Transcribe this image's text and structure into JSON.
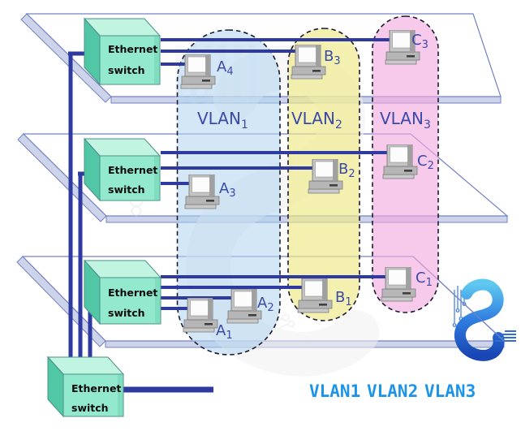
{
  "switch_label": {
    "line1": "Ethernet",
    "line2": "switch"
  },
  "vlan_regions": {
    "vlan1": {
      "name": "VLAN",
      "sub": "1",
      "fill": "#aed3ee"
    },
    "vlan2": {
      "name": "VLAN",
      "sub": "2",
      "fill": "#efe98a"
    },
    "vlan3": {
      "name": "VLAN",
      "sub": "3",
      "fill": "#f2a8df"
    }
  },
  "computers": {
    "a1": {
      "name": "A",
      "sub": "1"
    },
    "a2": {
      "name": "A",
      "sub": "2"
    },
    "a3": {
      "name": "A",
      "sub": "3"
    },
    "a4": {
      "name": "A",
      "sub": "4"
    },
    "b1": {
      "name": "B",
      "sub": "1"
    },
    "b2": {
      "name": "B",
      "sub": "2"
    },
    "b3": {
      "name": "B",
      "sub": "3"
    },
    "c1": {
      "name": "C",
      "sub": "1"
    },
    "c2": {
      "name": "C",
      "sub": "2"
    },
    "c3": {
      "name": "C",
      "sub": "3"
    }
  },
  "caption": {
    "vlan1": "VLAN1",
    "vlan2": "VLAN2",
    "vlan3": "VLAN3",
    "color": "#1a93e8"
  },
  "colors": {
    "link_line": "#2e3aa0",
    "floor_edge": "#7381c6",
    "label_text": "#3b4aa8",
    "region_border": "#1a1a33",
    "switch_front": "#93e9cd",
    "switch_top": "#c2f4e2",
    "switch_side": "#52c7a5",
    "logo_gradient_top": "#5ec8f0",
    "logo_gradient_bottom": "#1846b4"
  }
}
